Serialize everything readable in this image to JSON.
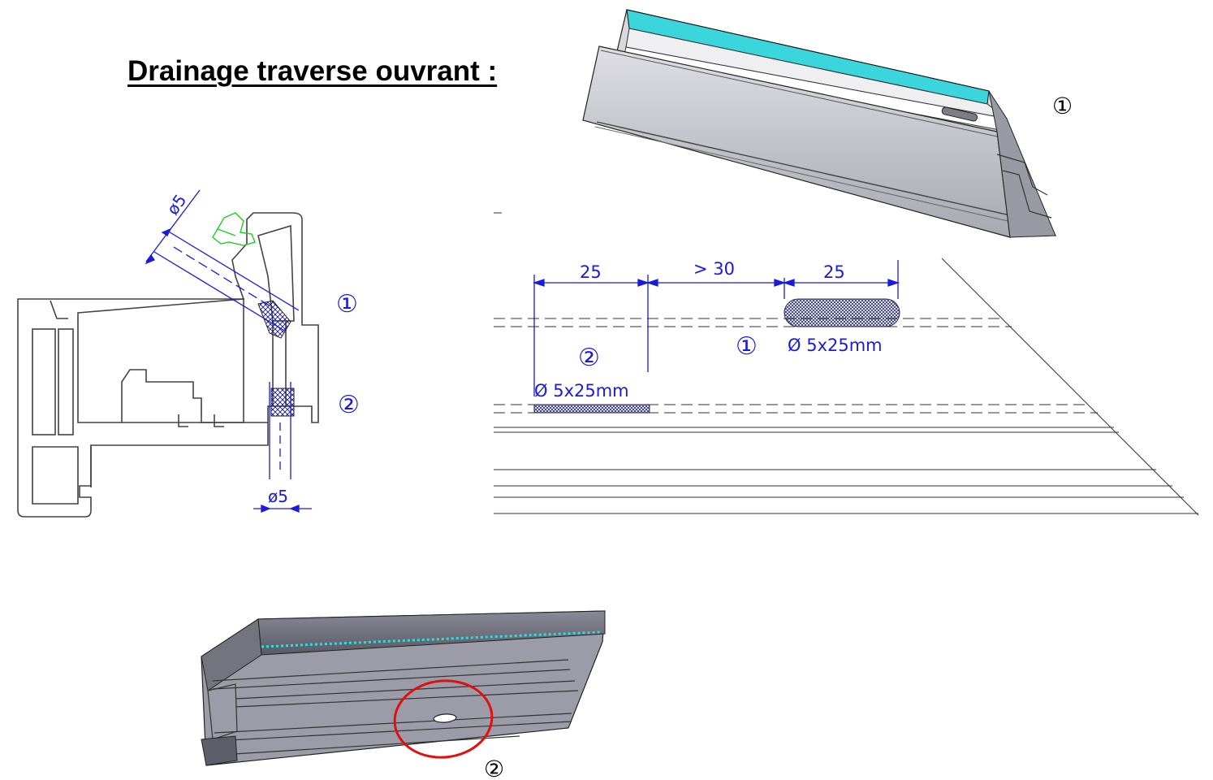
{
  "title": "Drainage traverse ouvrant :",
  "colors": {
    "dimension": "#1a1adc",
    "gasket": "#22cc22",
    "highlight": "#e01010",
    "glazing": "#3ad6dc"
  },
  "section_view": {
    "angled_hole_label": "ø5",
    "vertical_hole_label": "ø5",
    "marker_1": "①",
    "marker_2": "②"
  },
  "top_3d_view": {
    "marker": "①"
  },
  "elevation_view": {
    "dim_left": "25",
    "dim_middle": "> 30",
    "dim_right": "25",
    "marker_1": "①",
    "marker_2": "②",
    "slot_1_label": "Ø 5x25mm",
    "slot_2_label": "Ø 5x25mm"
  },
  "bottom_3d_view": {
    "marker": "②"
  }
}
